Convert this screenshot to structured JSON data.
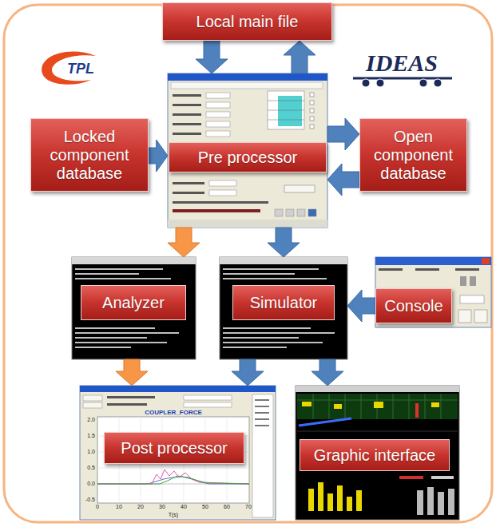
{
  "diagram": {
    "nodes": [
      {
        "text": [
          "Local main file"
        ]
      },
      {
        "text": [
          "Locked component database"
        ]
      },
      {
        "text": [
          "Pre processor"
        ]
      },
      {
        "text": [
          "Open component database"
        ]
      },
      {
        "text": [
          "Analyzer"
        ]
      },
      {
        "text": [
          "Simulator"
        ]
      },
      {
        "text": [
          "Console"
        ]
      },
      {
        "text": [
          "Post processor"
        ]
      },
      {
        "text": [
          "Graphic interface"
        ]
      }
    ],
    "edges": [
      {
        "from": 0,
        "to": 2,
        "arrow": "to"
      },
      {
        "from": 2,
        "to": 0,
        "arrow": "to"
      },
      {
        "from": 1,
        "to": 2,
        "arrow": "to"
      },
      {
        "from": 2,
        "to": 3,
        "arrow": "to"
      },
      {
        "from": 3,
        "to": 2,
        "arrow": "to"
      },
      {
        "from": 2,
        "to": 4,
        "arrow": "to"
      },
      {
        "from": 2,
        "to": 5,
        "arrow": "to"
      },
      {
        "from": 6,
        "to": 5,
        "arrow": "to"
      },
      {
        "from": 4,
        "to": 7,
        "arrow": "to"
      },
      {
        "from": 5,
        "to": 7,
        "arrow": "to"
      },
      {
        "from": 5,
        "to": 8,
        "arrow": "to"
      }
    ],
    "labels": [
      "TPL",
      "IDEAS",
      "COUPLER_FORCE",
      "2.0",
      "1.5",
      "1.0",
      "0.5",
      "0.0",
      "-0.5",
      "0",
      "10",
      "20",
      "30",
      "40",
      "50",
      "60",
      "70",
      "T(s)"
    ]
  }
}
